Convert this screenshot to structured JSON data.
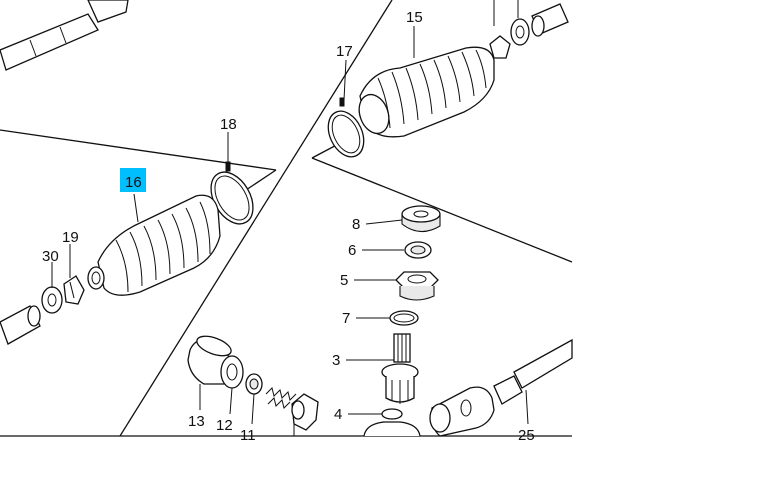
{
  "highlight_color": "#00bfff",
  "callouts": {
    "p15": "15",
    "p17": "17",
    "p18": "18",
    "p16": "16",
    "p19": "19",
    "p30": "30",
    "p8": "8",
    "p6": "6",
    "p5": "5",
    "p7": "7",
    "p3": "3",
    "p4": "4",
    "p13": "13",
    "p12": "12",
    "p11": "11",
    "p25": "25"
  }
}
